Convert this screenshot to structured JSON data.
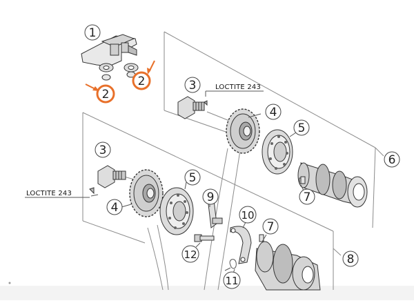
{
  "diagram": {
    "callouts": [
      {
        "id": "c1",
        "label": "1"
      },
      {
        "id": "c2a",
        "label": "2"
      },
      {
        "id": "c2b",
        "label": "2"
      },
      {
        "id": "c3a",
        "label": "3"
      },
      {
        "id": "c3b",
        "label": "3"
      },
      {
        "id": "c4a",
        "label": "4"
      },
      {
        "id": "c4b",
        "label": "4"
      },
      {
        "id": "c5a",
        "label": "5"
      },
      {
        "id": "c5b",
        "label": "5"
      },
      {
        "id": "c6",
        "label": "6"
      },
      {
        "id": "c7a",
        "label": "7"
      },
      {
        "id": "c7b",
        "label": "7"
      },
      {
        "id": "c8",
        "label": "8"
      },
      {
        "id": "c9",
        "label": "9"
      },
      {
        "id": "c10",
        "label": "10"
      },
      {
        "id": "c11",
        "label": "11"
      },
      {
        "id": "c12",
        "label": "12"
      }
    ],
    "notes": [
      {
        "id": "loctite-upper",
        "text": "LOCTITE 243"
      },
      {
        "id": "loctite-lower",
        "text": "LOCTITE 243"
      }
    ],
    "highlight_color": "#e8702a",
    "bottom_strip_color": "#f3f3f3"
  }
}
